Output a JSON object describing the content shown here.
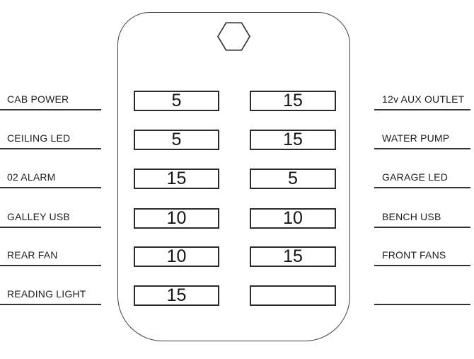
{
  "diagram": {
    "kind": "fuse-box-diagram",
    "bolt_icon": "hexagon-bolt",
    "colors": {
      "background": "#ffffff",
      "line": "#333333",
      "panel_outline": "#3a3a3a",
      "fuse_border": "#2b2b2b",
      "text": "#1c1c1c"
    }
  },
  "rows": [
    {
      "left_label": "CAB POWER",
      "left_fuse": "5",
      "right_fuse": "15",
      "right_label": "12v AUX OUTLET"
    },
    {
      "left_label": "CEILING LED",
      "left_fuse": "5",
      "right_fuse": "15",
      "right_label": "WATER PUMP"
    },
    {
      "left_label": "02 ALARM",
      "left_fuse": "15",
      "right_fuse": "5",
      "right_label": "GARAGE LED"
    },
    {
      "left_label": "GALLEY USB",
      "left_fuse": "10",
      "right_fuse": "10",
      "right_label": "BENCH USB"
    },
    {
      "left_label": "REAR FAN",
      "left_fuse": "10",
      "right_fuse": "15",
      "right_label": "FRONT FANS"
    },
    {
      "left_label": "READING LIGHT",
      "left_fuse": "15",
      "right_fuse": "",
      "right_label": ""
    }
  ]
}
